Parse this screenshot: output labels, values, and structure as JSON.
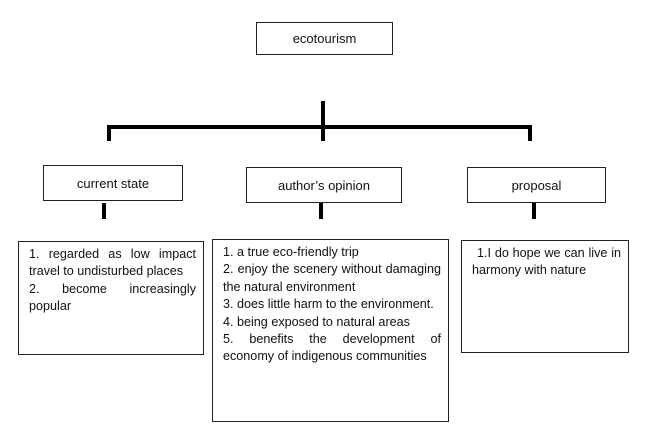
{
  "root": {
    "label": "ecotourism"
  },
  "branches": [
    {
      "label": "current state",
      "items": [
        "1. regarded as low impact travel to undisturbed places",
        "2. become increasingly popular"
      ]
    },
    {
      "label": "author’s opinion",
      "items": [
        "1.   a true eco-friendly trip",
        "2. enjoy the scenery without damaging the natural environment",
        "3. does little harm to the environment.",
        "4.   being exposed to natural areas",
        "5. benefits the development of economy of indigenous communities"
      ]
    },
    {
      "label": "proposal",
      "items": [
        "1.I do hope we can live in harmony with nature"
      ]
    }
  ]
}
